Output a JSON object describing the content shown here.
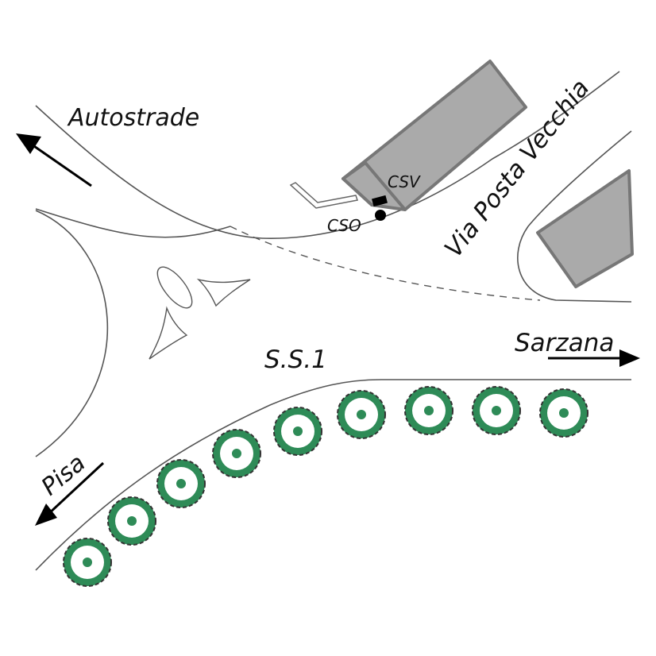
{
  "labels": {
    "autostrade": "Autostrade",
    "via_posta_vecchia": "Via Posta Vecchia",
    "csv": "CSV",
    "cso": "CSO",
    "ss1": "S.S.1",
    "sarzana": "Sarzana",
    "pisa": "Pisa"
  },
  "colors": {
    "building": "#aaaaaa",
    "building_edge": "#777777",
    "tree_fill": "#2e8b57",
    "tree_edge": "#333333",
    "road": "#555555"
  },
  "icons": {
    "tree": "tree-icon",
    "arrow": "direction-arrow-icon",
    "station": "monitoring-station-icon"
  }
}
